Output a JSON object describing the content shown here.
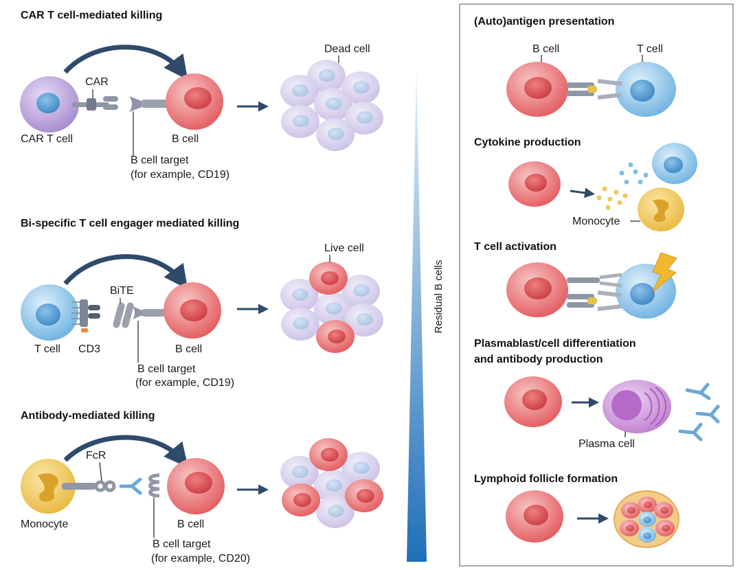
{
  "left": {
    "car": {
      "title": "CAR T cell-mediated killing",
      "car_label": "CAR",
      "car_t_cell_label": "CAR T cell",
      "b_cell_label": "B cell",
      "target_line1": "B cell target",
      "target_line2": "(for example, CD19)",
      "result_label": "Dead cell"
    },
    "bite": {
      "title": "Bi-specific T cell engager mediated killing",
      "bite_label": "BiTE",
      "t_cell_label": "T cell",
      "cd3_label": "CD3",
      "b_cell_label": "B cell",
      "target_line1": "B cell target",
      "target_line2": "(for example, CD19)",
      "result_label": "Live cell"
    },
    "antibody": {
      "title": "Antibody-mediated killing",
      "fcr_label": "FcR",
      "monocyte_label": "Monocyte",
      "b_cell_label": "B cell",
      "target_line1": "B cell target",
      "target_line2": "(for example, CD20)"
    }
  },
  "gradient_label": "Residual B cells",
  "right": {
    "antigen": {
      "title": "(Auto)antigen presentation",
      "b_cell_label": "B cell",
      "t_cell_label": "T cell"
    },
    "cytokine": {
      "title": "Cytokine production",
      "monocyte_label": "Monocyte"
    },
    "activation": {
      "title": "T cell activation"
    },
    "plasma": {
      "title_line1": "Plasmablast/cell differentiation",
      "title_line2": "and antibody production",
      "plasma_label": "Plasma cell"
    },
    "follicle": {
      "title": "Lymphoid follicle formation"
    }
  },
  "colors": {
    "b_cell": "#e8696b",
    "t_cell": "#7fbfe6",
    "car_t_cell": "#b39bd6",
    "monocyte": "#f0c95a",
    "dead_cell": "#d7d0ec",
    "plasma_cell": "#c98fd6",
    "arrow": "#2f4a6b",
    "receptor": "#8f97a6",
    "antibody": "#6aa8d8",
    "gradient_dark": "#1f6fb8",
    "gradient_light": "#e6f2fb"
  }
}
